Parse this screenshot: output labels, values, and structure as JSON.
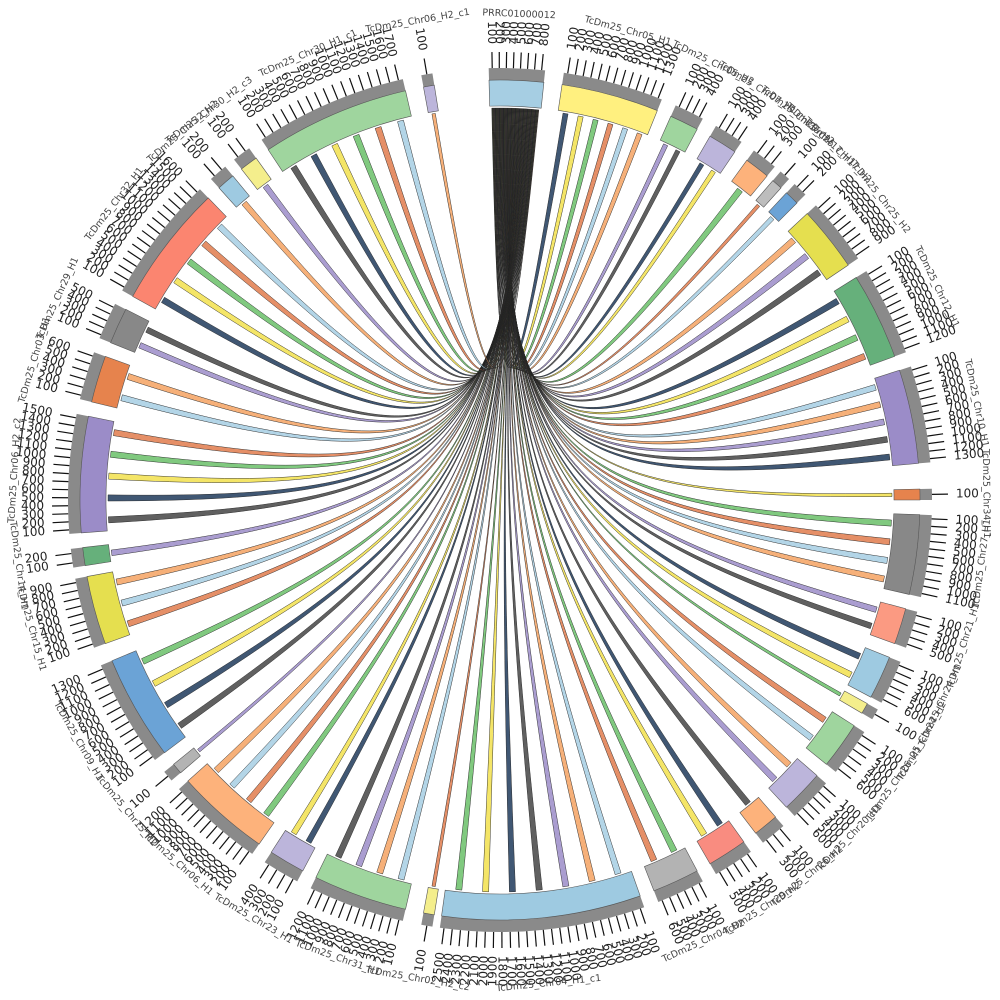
{
  "diagram": {
    "type": "circos-chord",
    "link_source": "PRRC01000012",
    "segments": [
      {
        "id": "s01",
        "label": "PRRC01000012",
        "color": "#a6cee3",
        "start_deg": 358.5,
        "end_deg": 6.0,
        "ticks": [
          "100",
          "200",
          "300",
          "400",
          "500",
          "600",
          "700",
          "800"
        ],
        "links": 8
      },
      {
        "id": "s02",
        "label": "TcDm25_Chr05_H1",
        "color": "#fff07f",
        "start_deg": 8.5,
        "end_deg": 22.0,
        "ticks": [
          "100",
          "200",
          "300",
          "400",
          "500",
          "600",
          "700",
          "800",
          "900",
          "1000",
          "1100",
          "1200",
          "1300"
        ],
        "links": 6
      },
      {
        "id": "s03",
        "label": "TcDm25_Chr05_H2",
        "color": "#9fd59e",
        "start_deg": 24.0,
        "end_deg": 28.0,
        "ticks": [
          "100",
          "200",
          "300",
          "400"
        ],
        "links": 2
      },
      {
        "id": "s04",
        "label": "TcDm25_Chr07_H1",
        "color": "#bcb5db",
        "start_deg": 30.0,
        "end_deg": 34.0,
        "ticks": [
          "100",
          "200",
          "300",
          "400"
        ],
        "links": 2
      },
      {
        "id": "s05",
        "label": "TcDm25_Chr36_H2",
        "color": "#fdb27b",
        "start_deg": 36.0,
        "end_deg": 39.5,
        "ticks": [
          "100",
          "200",
          "300"
        ],
        "links": 1
      },
      {
        "id": "s06",
        "label": "TcDm25_Chr17_H1",
        "color": "#bdbdbd",
        "start_deg": 40.5,
        "end_deg": 42.0,
        "ticks": [
          "100"
        ],
        "links": 1
      },
      {
        "id": "s07",
        "label": "TcDm25_Chr17_H2",
        "color": "#6ba3d6",
        "start_deg": 43.0,
        "end_deg": 45.0,
        "ticks": [
          "100",
          "200"
        ],
        "links": 1
      },
      {
        "id": "s08",
        "label": "TcDm25_Chr25_H2",
        "color": "#e5df4f",
        "start_deg": 47.0,
        "end_deg": 56.0,
        "ticks": [
          "100",
          "200",
          "300",
          "400",
          "500",
          "600",
          "700",
          "800",
          "900"
        ],
        "links": 3
      },
      {
        "id": "s09",
        "label": "TcDm25_Chr12_H1",
        "color": "#66b07b",
        "start_deg": 58.0,
        "end_deg": 70.0,
        "ticks": [
          "100",
          "200",
          "300",
          "400",
          "500",
          "600",
          "700",
          "800",
          "900",
          "1000",
          "1100",
          "1200"
        ],
        "links": 4
      },
      {
        "id": "s10",
        "label": "TcDm25_Chr10_H1",
        "color": "#9b8cc8",
        "start_deg": 72.0,
        "end_deg": 85.0,
        "ticks": [
          "100",
          "200",
          "300",
          "400",
          "500",
          "600",
          "700",
          "800",
          "900",
          "1000",
          "1100",
          "1200",
          "1300"
        ],
        "links": 5
      },
      {
        "id": "s11",
        "label": "TcDm25_Chr34_H1",
        "color": "#e6834d",
        "start_deg": 88.5,
        "end_deg": 90.0,
        "ticks": [
          "100"
        ],
        "links": 1
      },
      {
        "id": "s12",
        "label": "TcDm25_Chr27_H1",
        "color": "#888888",
        "start_deg": 92.0,
        "end_deg": 103.0,
        "ticks": [
          "100",
          "200",
          "300",
          "400",
          "500",
          "600",
          "700",
          "800",
          "900",
          "1000",
          "1100"
        ],
        "links": 4
      },
      {
        "id": "s13",
        "label": "TcDm25_Chr21_H1",
        "color": "#fb9a82",
        "start_deg": 105.0,
        "end_deg": 110.0,
        "ticks": [
          "100",
          "200",
          "300",
          "400",
          "500"
        ],
        "links": 2
      },
      {
        "id": "s14",
        "label": "TcDm25_Chr24_H1",
        "color": "#9ecae1",
        "start_deg": 112.0,
        "end_deg": 118.0,
        "ticks": [
          "100",
          "200",
          "300",
          "400",
          "500",
          "600"
        ],
        "links": 2
      },
      {
        "id": "s15",
        "label": "TcDm25_Chr24_H2",
        "color": "#f4ee8c",
        "start_deg": 119.0,
        "end_deg": 120.5,
        "ticks": [
          "100"
        ],
        "links": 1
      },
      {
        "id": "s16",
        "label": "TcDm25_Chr26_H1",
        "color": "#9fd59e",
        "start_deg": 122.5,
        "end_deg": 129.0,
        "ticks": [
          "100",
          "200",
          "300",
          "400",
          "500",
          "600"
        ],
        "links": 2
      },
      {
        "id": "s17",
        "label": "TcDm25_Chr20_H1",
        "color": "#bcb5db",
        "start_deg": 131.0,
        "end_deg": 137.0,
        "ticks": [
          "100",
          "200",
          "300",
          "400",
          "500",
          "600"
        ],
        "links": 2
      },
      {
        "id": "s18",
        "label": "TcDm25_Chr26_H2",
        "color": "#fdb27b",
        "start_deg": 139.0,
        "end_deg": 142.5,
        "ticks": [
          "100",
          "200",
          "300"
        ],
        "links": 1
      },
      {
        "id": "s19",
        "label": "TcDm25_Chr29_H2",
        "color": "#f98c80",
        "start_deg": 144.5,
        "end_deg": 150.0,
        "ticks": [
          "100",
          "200",
          "300",
          "400",
          "500"
        ],
        "links": 2
      },
      {
        "id": "s20",
        "label": "TcDm25_Chr04_H2",
        "color": "#b3b3b3",
        "start_deg": 152.0,
        "end_deg": 158.5,
        "ticks": [
          "100",
          "200",
          "300",
          "400",
          "500",
          "600"
        ],
        "links": 2
      },
      {
        "id": "s21",
        "label": "TcDm25_Chr04_H1_c1",
        "color": "#9ecae1",
        "start_deg": 160.5,
        "end_deg": 188.0,
        "ticks": [
          "100",
          "200",
          "300",
          "400",
          "500",
          "600",
          "700",
          "800",
          "900",
          "1000",
          "1100",
          "1200",
          "1300",
          "1400",
          "1500",
          "1600",
          "1700",
          "1800",
          "1900",
          "2000",
          "2100",
          "2200",
          "2300",
          "2400",
          "2500"
        ],
        "links": 7
      },
      {
        "id": "s22",
        "label": "TcDm25_Chr02_H2_c2",
        "color": "#f4ee8c",
        "start_deg": 189.0,
        "end_deg": 190.5,
        "ticks": [
          "100"
        ],
        "links": 1
      },
      {
        "id": "s23",
        "label": "TcDm25_Chr31_H1",
        "color": "#9fd59e",
        "start_deg": 193.0,
        "end_deg": 206.0,
        "ticks": [
          "100",
          "200",
          "300",
          "400",
          "500",
          "600",
          "700",
          "800",
          "900",
          "1000",
          "1100",
          "1200"
        ],
        "links": 4
      },
      {
        "id": "s24",
        "label": "TcDm25_Chr23_H1",
        "color": "#bcb5db",
        "start_deg": 208.0,
        "end_deg": 213.0,
        "ticks": [
          "100",
          "200",
          "300",
          "400"
        ],
        "links": 2
      },
      {
        "id": "s25",
        "label": "TcDm25_Chr06_H1",
        "color": "#fdb27b",
        "start_deg": 215.0,
        "end_deg": 228.0,
        "ticks": [
          "100",
          "200",
          "300",
          "400",
          "500",
          "600",
          "700",
          "800",
          "900",
          "1000",
          "1100",
          "1200"
        ],
        "links": 4
      },
      {
        "id": "s26",
        "label": "TcDm25_Chr15_H2",
        "color": "#b3b3b3",
        "start_deg": 229.5,
        "end_deg": 231.0,
        "ticks": [
          "100"
        ],
        "links": 1
      },
      {
        "id": "s27",
        "label": "TcDm25_Chr09_H1",
        "color": "#6ba3d6",
        "start_deg": 233.0,
        "end_deg": 247.5,
        "ticks": [
          "100",
          "200",
          "300",
          "400",
          "500",
          "600",
          "700",
          "800",
          "900",
          "1000",
          "1100",
          "1200",
          "1300"
        ],
        "links": 4
      },
      {
        "id": "s28",
        "label": "TcDm25_Chr15_H1",
        "color": "#e5df4f",
        "start_deg": 250.0,
        "end_deg": 259.5,
        "ticks": [
          "100",
          "200",
          "300",
          "400",
          "500",
          "600",
          "700",
          "800",
          "900"
        ],
        "links": 3
      },
      {
        "id": "s29",
        "label": "TcDm25_Chr14_H1",
        "color": "#66b07b",
        "start_deg": 261.0,
        "end_deg": 263.5,
        "ticks": [
          "100",
          "200"
        ],
        "links": 1
      },
      {
        "id": "s30",
        "label": "TcDm25_Chr06_H2_c2",
        "color": "#9b8cc8",
        "start_deg": 265.5,
        "end_deg": 281.5,
        "ticks": [
          "100",
          "200",
          "300",
          "400",
          "500",
          "600",
          "700",
          "800",
          "900",
          "1000",
          "1100",
          "1200",
          "1300",
          "1400",
          "1500"
        ],
        "links": 5
      },
      {
        "id": "s31",
        "label": "TcDm25_Chr03_H1",
        "color": "#e6834d",
        "start_deg": 283.5,
        "end_deg": 290.0,
        "ticks": [
          "100",
          "200",
          "300",
          "400",
          "500",
          "600"
        ],
        "links": 2
      },
      {
        "id": "s32",
        "label": "TcDm25_Chr29_H1",
        "color": "#888888",
        "start_deg": 292.0,
        "end_deg": 297.0,
        "ticks": [
          "100",
          "200",
          "300",
          "400",
          "500"
        ],
        "links": 2
      },
      {
        "id": "s33",
        "label": "TcDm25_Chr32_H1",
        "color": "#fb8570",
        "start_deg": 299.0,
        "end_deg": 316.0,
        "ticks": [
          "100",
          "200",
          "300",
          "400",
          "500",
          "600",
          "700",
          "800",
          "900",
          "1000",
          "1100",
          "1200",
          "1300",
          "1400",
          "1500",
          "1600"
        ],
        "links": 5
      },
      {
        "id": "s34",
        "label": "TcDm25_Chr32_H2",
        "color": "#9ecae1",
        "start_deg": 318.0,
        "end_deg": 320.5,
        "ticks": [
          "100",
          "200"
        ],
        "links": 1
      },
      {
        "id": "s35",
        "label": "TcDm25_Chr30_H2_c3",
        "color": "#f4ee8c",
        "start_deg": 322.0,
        "end_deg": 324.5,
        "ticks": [
          "100",
          "200"
        ],
        "links": 1
      },
      {
        "id": "s36",
        "label": "TcDm25_Chr30_H1_c1",
        "color": "#9fd59e",
        "start_deg": 326.5,
        "end_deg": 347.0,
        "ticks": [
          "100",
          "200",
          "300",
          "400",
          "500",
          "600",
          "700",
          "800",
          "900",
          "1000",
          "1100",
          "1200",
          "1300",
          "1400",
          "1500",
          "1600",
          "1700"
        ],
        "links": 6
      },
      {
        "id": "s37",
        "label": "TcDm25_Chr06_H2_c1",
        "color": "#bcb5db",
        "start_deg": 349.5,
        "end_deg": 351.0,
        "ticks": [
          "100"
        ],
        "links": 1
      }
    ],
    "link_colors": [
      "#1f3a5a",
      "#f2e14c",
      "#6abf69",
      "#e07b4c",
      "#a6cee3",
      "#f4a261",
      "#9b8cc8",
      "#444444"
    ]
  }
}
